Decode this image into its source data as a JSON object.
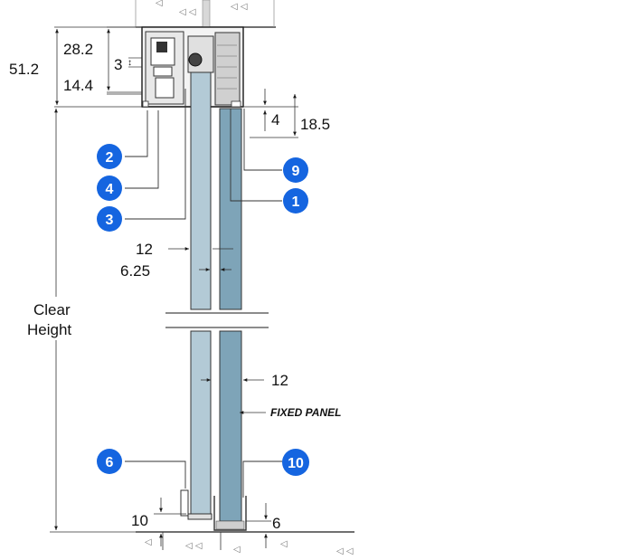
{
  "dimensions": {
    "d_51_2": "51.2",
    "d_28_2": "28.2",
    "d_3": "3",
    "d_14_4": "14.4",
    "d_4": "4",
    "d_18_5": "18.5",
    "d_12_top": "12",
    "d_6_25": "6.25",
    "d_12_mid": "12",
    "d_10": "10",
    "d_6": "6"
  },
  "labels": {
    "clear_height_line1": "Clear",
    "clear_height_line2": "Height",
    "fixed_panel": "FIXED PANEL"
  },
  "callouts": [
    "2",
    "4",
    "3",
    "9",
    "1",
    "6",
    "10"
  ],
  "colors": {
    "callout_fill": "#1565e0",
    "moving_glass": "#b3cad6",
    "fixed_glass": "#7ea4b8",
    "line": "#1a1a1a"
  }
}
